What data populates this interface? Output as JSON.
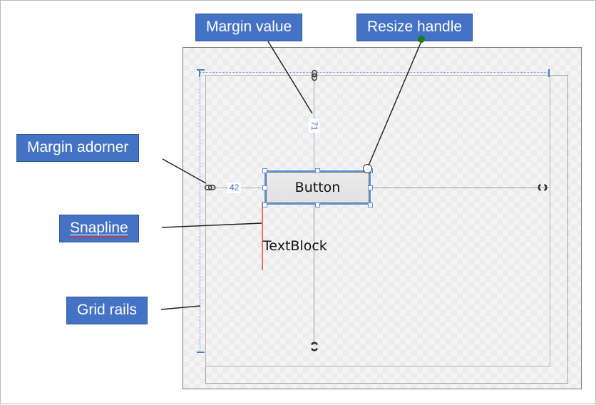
{
  "figure": {
    "title": "WPF designer layout adorners",
    "background": "#ffffff",
    "callout_fill": "#4472c4",
    "callout_border": "#2f5597",
    "snapline_color": "#f4706f",
    "rail_color": "#5b8fdc",
    "selection_color": "#5b8fdc",
    "resize_dot_color": "#1e7b1e"
  },
  "callouts": [
    {
      "id": "margin-value",
      "label": "Margin value",
      "misspelled": false
    },
    {
      "id": "resize-handle",
      "label": "Resize handle",
      "misspelled": false
    },
    {
      "id": "margin-adorner",
      "label": "Margin adorner",
      "misspelled": false
    },
    {
      "id": "snapline",
      "label": "Snapline",
      "misspelled": true
    },
    {
      "id": "grid-rails",
      "label": "Grid rails",
      "misspelled": false
    }
  ],
  "designer": {
    "elements": {
      "button_label": "Button",
      "textblock_label": "TextBlock"
    },
    "margins": {
      "left_value": "42",
      "top_value": "71",
      "left_linked": true,
      "top_linked": true,
      "right_linked": false,
      "bottom_linked": false
    },
    "adorner_icons": {
      "left": "chain-linked-icon",
      "top": "chain-linked-icon",
      "right": "chain-broken-icon",
      "bottom": "chain-broken-icon"
    }
  }
}
